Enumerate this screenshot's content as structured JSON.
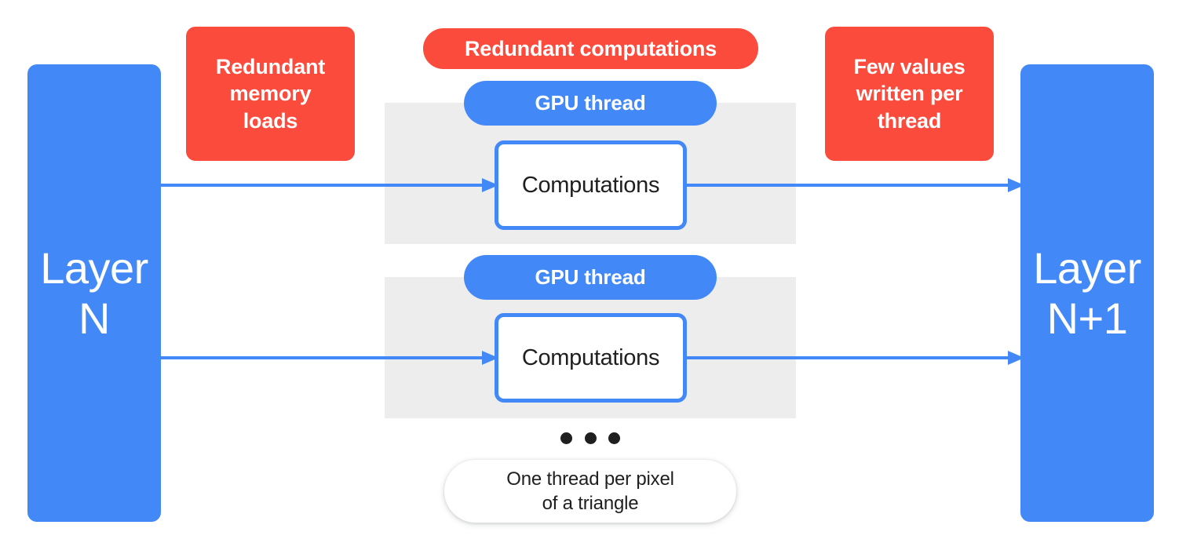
{
  "diagram": {
    "title": "GPU thread redundancy diagram",
    "colors": {
      "blue": "#4289f7",
      "red": "#fa4b3c",
      "gray_band": "#ededed",
      "text_dark": "#1f1f1f",
      "white": "#ffffff"
    }
  },
  "layers": {
    "input": {
      "label": "Layer\nN"
    },
    "output": {
      "label": "Layer\nN+1"
    }
  },
  "threads": [
    {
      "pill_label": "GPU thread",
      "computation_label": "Computations"
    },
    {
      "pill_label": "GPU thread",
      "computation_label": "Computations"
    }
  ],
  "callouts": {
    "memory_loads": "Redundant\nmemory\nloads",
    "computations": "Redundant computations",
    "writes": "Few values\nwritten per\nthread"
  },
  "ellipsis": {
    "dot_count": 3
  },
  "note": {
    "text": "One thread per pixel\nof a triangle"
  }
}
